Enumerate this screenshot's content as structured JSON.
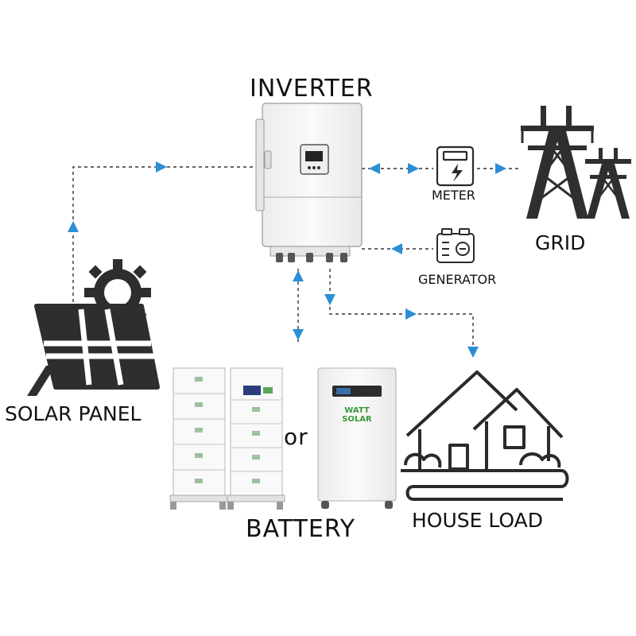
{
  "labels": {
    "inverter": "INVERTER",
    "meter": "METER",
    "grid": "GRID",
    "generator": "GENERATOR",
    "solar_panel": "SOLAR PANEL",
    "battery": "BATTERY",
    "or": "or",
    "house_load": "HOUSE LOAD"
  },
  "battery_brand": {
    "line1": "WATT",
    "line2": "SOLAR"
  },
  "colors": {
    "arrow": "#2b8fd6",
    "line": "#333333",
    "icon": "#2a2a2a",
    "device": "#f7f7f7",
    "brand_green": "#3a9a3a"
  }
}
